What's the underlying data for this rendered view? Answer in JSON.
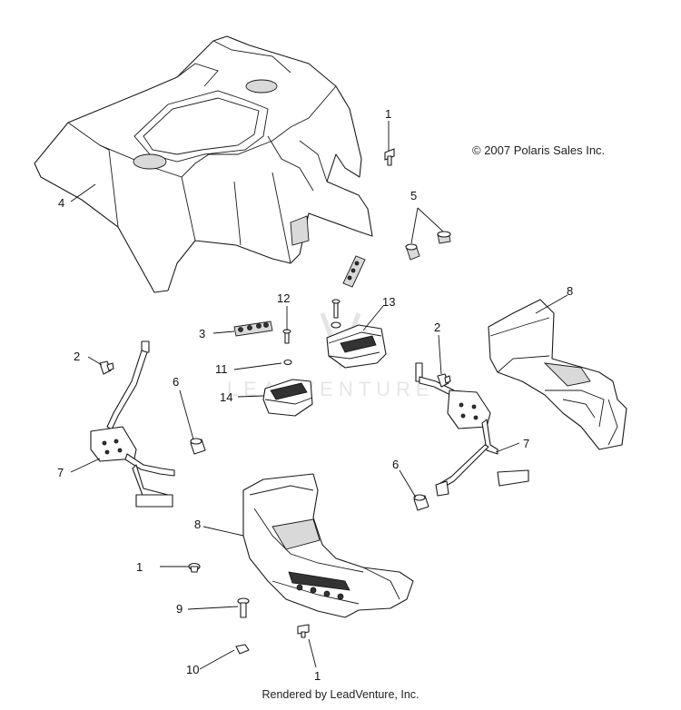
{
  "copyright": "© 2007 Polaris Sales Inc.",
  "watermark": "LEADVENTURE",
  "footer": "Rendered by LeadVenture, Inc.",
  "callouts": {
    "c1_top": "1",
    "c1_left": "1",
    "c1_bottom": "1",
    "c2_left": "2",
    "c2_right": "2",
    "c3": "3",
    "c4": "4",
    "c5": "5",
    "c6_left": "6",
    "c6_right": "6",
    "c7_left": "7",
    "c7_right": "7",
    "c8_right": "8",
    "c8_bottom": "8",
    "c9": "9",
    "c10": "10",
    "c11": "11",
    "c12": "12",
    "c13": "13",
    "c14": "14"
  }
}
